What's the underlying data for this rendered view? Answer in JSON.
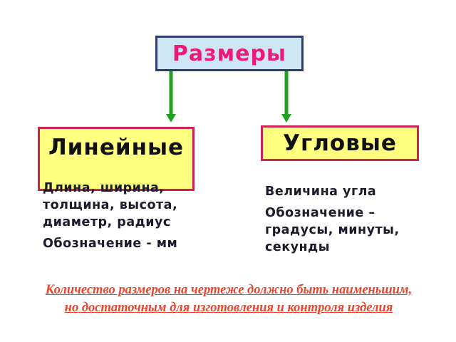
{
  "root": {
    "title": "Размеры"
  },
  "linear": {
    "title": "Линейные",
    "description": "Длина, ширина, толщина, высота, диаметр, радиус",
    "notation": "Обозначение - мм"
  },
  "angular": {
    "title": "Угловые",
    "description": "Величина угла",
    "notation": "Обозначение – градусы, минуты, секунды"
  },
  "note": "Количество размеров на чертеже должно быть наименьшим, но достаточным для изготовления и контроля изделия",
  "colors": {
    "arrow": "#22a022",
    "root_text": "#ef1a78",
    "note_text": "#e8452e",
    "box_fill": "#ffff80"
  }
}
